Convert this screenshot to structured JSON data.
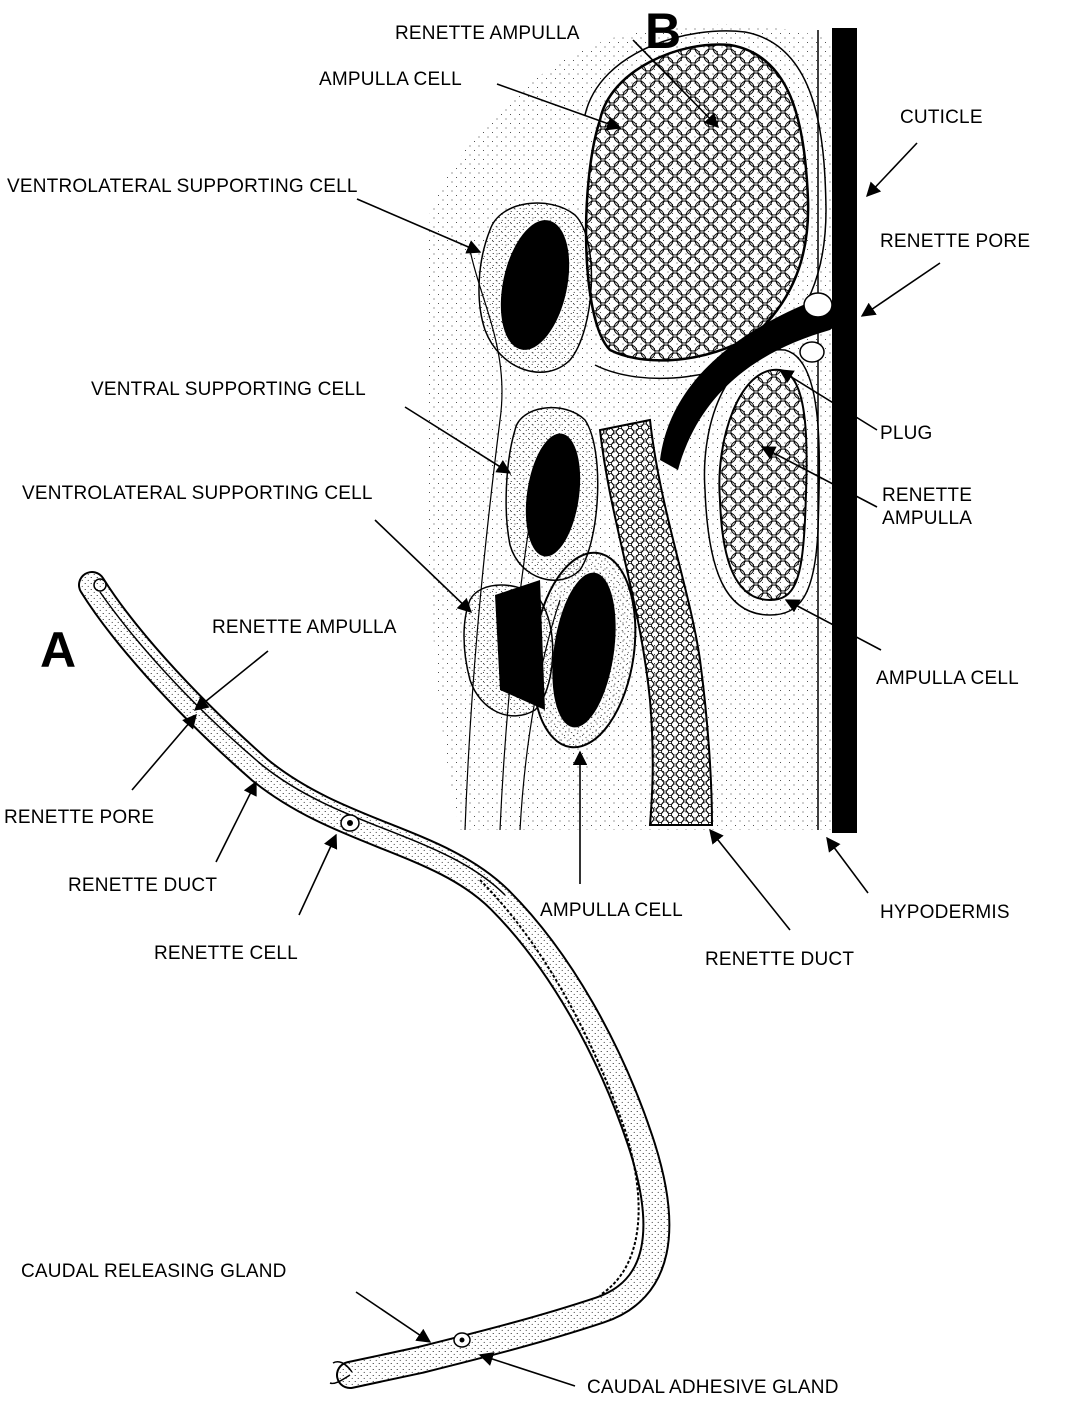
{
  "panels": {
    "a": "A",
    "b": "B"
  },
  "labels": {
    "b_renette_ampulla_top": "RENETTE AMPULLA",
    "b_ampulla_cell_top": "AMPULLA CELL",
    "b_cuticle": "CUTICLE",
    "b_ventrolateral_supporting_cell_upper": "VENTROLATERAL SUPPORTING CELL",
    "b_renette_pore": "RENETTE PORE",
    "b_ventral_supporting_cell": "VENTRAL SUPPORTING CELL",
    "b_plug": "PLUG",
    "b_renette_ampulla_right_line1": "RENETTE",
    "b_renette_ampulla_right_line2": "AMPULLA",
    "b_ventrolateral_supporting_cell_lower": "VENTROLATERAL SUPPORTING CELL",
    "b_ampulla_cell_right": "AMPULLA CELL",
    "b_ampulla_cell_bottom": "AMPULLA CELL",
    "b_hypodermis": "HYPODERMIS",
    "b_renette_duct": "RENETTE DUCT",
    "a_renette_ampulla": "RENETTE AMPULLA",
    "a_renette_pore": "RENETTE PORE",
    "a_renette_duct": "RENETTE DUCT",
    "a_renette_cell": "RENETTE CELL",
    "a_caudal_releasing_gland": "CAUDAL RELEASING GLAND",
    "a_caudal_adhesive_gland": "CAUDAL ADHESIVE GLAND"
  },
  "colors": {
    "ink": "#000000",
    "paper": "#ffffff"
  }
}
